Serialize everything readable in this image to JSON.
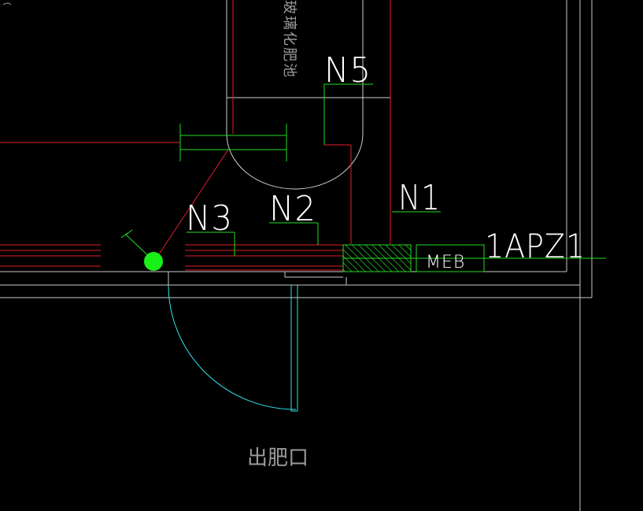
{
  "labels": {
    "n5": "N5",
    "n1": "N1",
    "n2": "N2",
    "n3": "N3",
    "panel_id": "1APZ1",
    "meb": "MEB",
    "tank_name": "玻璃化肥池",
    "outlet": "出肥口"
  },
  "colors": {
    "background": "#000000",
    "wall": "#c9c9c9",
    "conduit": "#e0202a",
    "wire": "#22dd22",
    "tank": "#cfcfcf",
    "door": "#30e6ea",
    "lamp": "#18f018",
    "text_white": "#ffffff",
    "text_gray": "#9a9a9a"
  }
}
